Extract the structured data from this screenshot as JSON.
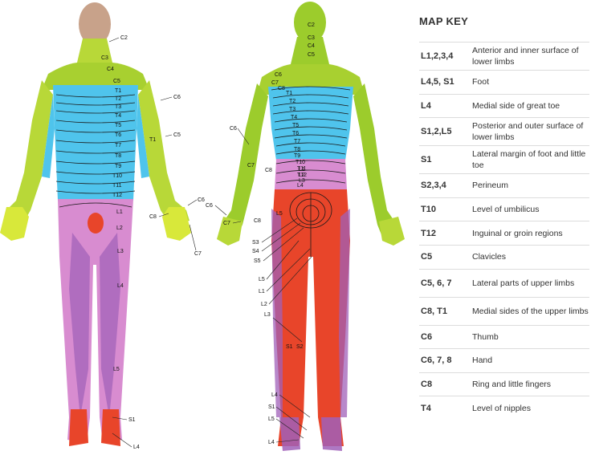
{
  "key": {
    "title": "MAP KEY",
    "rows": [
      {
        "code": "L1,2,3,4",
        "desc": "Anterior and inner surface of lower limbs"
      },
      {
        "code": "L4,5, S1",
        "desc": "Foot"
      },
      {
        "code": "L4",
        "desc": "Medial side of great toe"
      },
      {
        "code": "S1,2,L5",
        "desc": "Posterior and outer surface of lower limbs"
      },
      {
        "code": "S1",
        "desc": "Lateral margin of foot and little toe"
      },
      {
        "code": "S2,3,4",
        "desc": "Perineum"
      },
      {
        "code": "T10",
        "desc": "Level of umbilicus"
      },
      {
        "code": "T12",
        "desc": "Inguinal or groin regions"
      },
      {
        "code": "C5",
        "desc": "Clavicles"
      },
      {
        "code": "C5, 6, 7",
        "desc": "Lateral parts of upper limbs"
      },
      {
        "code": "C8, T1",
        "desc": "Medial sides of the upper limbs"
      },
      {
        "code": "C6",
        "desc": "Thumb"
      },
      {
        "code": "C6, 7, 8",
        "desc": "Hand"
      },
      {
        "code": "C8",
        "desc": "Ring and little fingers"
      },
      {
        "code": "T4",
        "desc": "Level of nipples"
      }
    ]
  },
  "front_labels": [
    "C2",
    "C3",
    "C4",
    "C5",
    "T1",
    "T2",
    "T3",
    "T4",
    "T5",
    "T6",
    "T7",
    "T8",
    "T9",
    "T10",
    "T11",
    "T12",
    "L1",
    "L2",
    "L3",
    "L4",
    "L5",
    "S1",
    "L4",
    "C6",
    "C5",
    "T1",
    "C6",
    "C8",
    "C7"
  ],
  "back_labels": [
    "C2",
    "C3",
    "C4",
    "C5",
    "C6",
    "C7",
    "C8",
    "T1",
    "T2",
    "T3",
    "T4",
    "T5",
    "T6",
    "T7",
    "T8",
    "T9",
    "T10",
    "T11",
    "T12",
    "L1",
    "L2",
    "L3",
    "L4",
    "L5",
    "C6",
    "C7",
    "C8",
    "C6",
    "C7",
    "C8",
    "S3",
    "S4",
    "S5",
    "L5",
    "L1",
    "L2",
    "L3",
    "S1",
    "S2",
    "L4",
    "S1",
    "L5",
    "L4"
  ],
  "colors": {
    "cervical": "#9ccc2c",
    "cervical_light": "#d8e83a",
    "thoracic": "#4fc4ec",
    "lumbar": "#d88cd0",
    "lumbar_dark": "#a060b8",
    "sacral": "#e8452a",
    "skin": "#c8a28a"
  }
}
